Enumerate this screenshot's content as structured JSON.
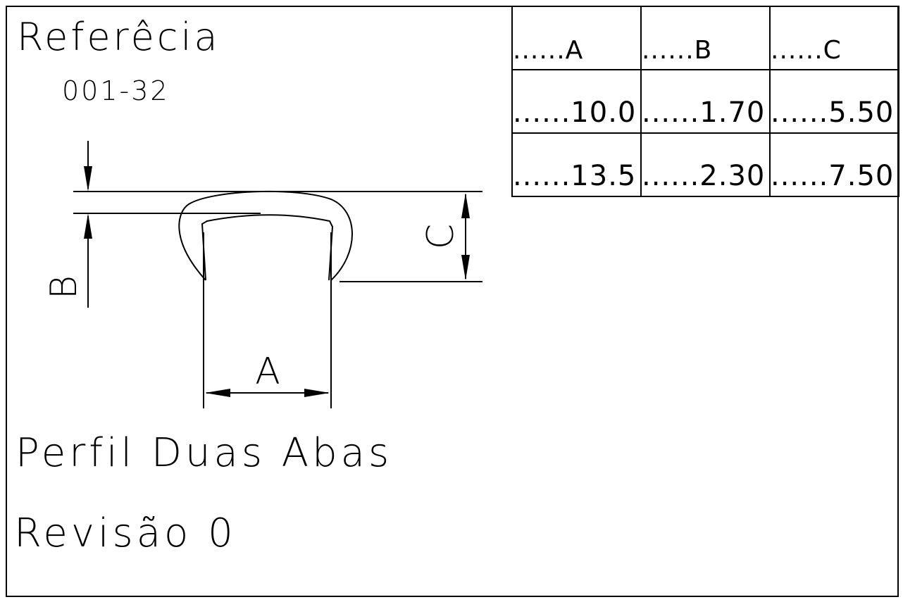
{
  "header": {
    "reference_title": "Referêcia",
    "reference_code": "001-32"
  },
  "footer": {
    "profile_name": "Perfil Duas Abas",
    "revision": "Revisão 0"
  },
  "dimension_table": {
    "columns": [
      "......A",
      "......B",
      "......C"
    ],
    "rows": [
      [
        "......10.0",
        "......1.70",
        "......5.50"
      ],
      [
        "......13.5",
        "......2.30",
        "......7.50"
      ]
    ]
  },
  "drawing": {
    "label_a": "A",
    "label_b": "B",
    "label_c": "C"
  }
}
